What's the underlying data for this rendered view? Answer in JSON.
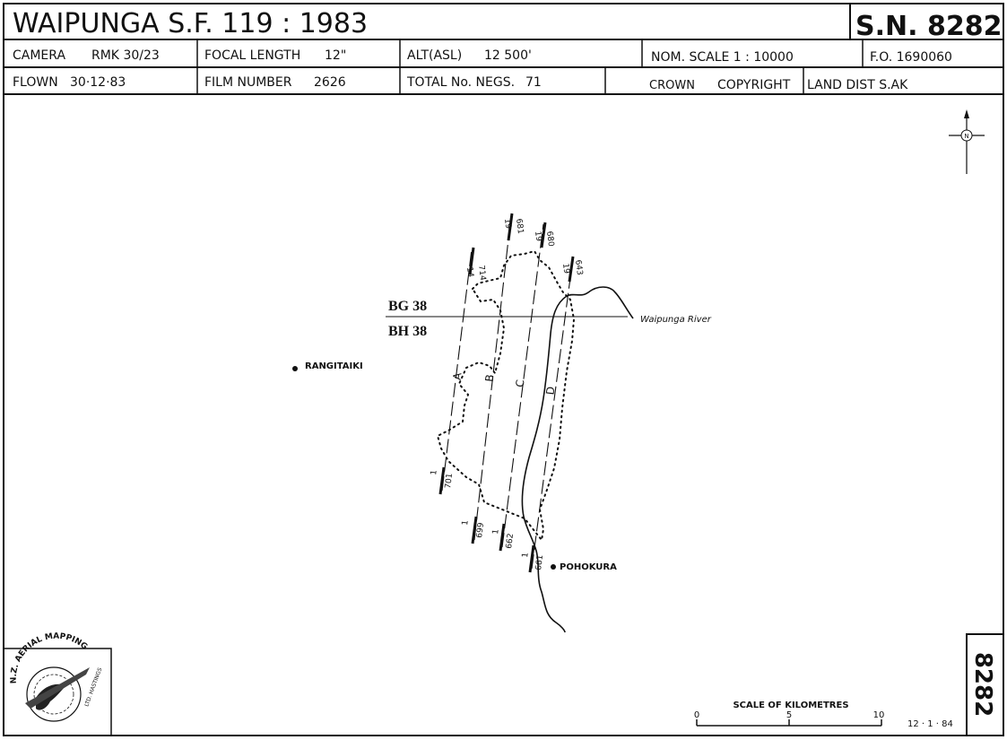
{
  "header": {
    "title": "WAIPUNGA  S.F. 119  :  1983",
    "sn": "S.N. 8282",
    "camera_label": "CAMERA",
    "camera_value": "RMK 30/23",
    "focal_label": "FOCAL LENGTH",
    "focal_value": "12\"",
    "alt_label": "ALT(ASL)",
    "alt_value": "12 500'",
    "scale_text": "NOM.  SCALE  1 : 10000",
    "fo_text": "F.O.  1690060",
    "flown_label": "FLOWN",
    "flown_value": "30·12·83",
    "film_label": "FILM NUMBER",
    "film_value": "2626",
    "negs_label": "TOTAL No. NEGS.",
    "negs_value": "71",
    "crown_text": "CROWN",
    "copyright_text": "COPYRIGHT",
    "land_dist_text": "LAND DIST   S.AK"
  },
  "map": {
    "grid_top": "BG 38",
    "grid_bottom": "BH 38",
    "river": "Waipunga River",
    "places": [
      "RANGITAIKI",
      "POHOKURA"
    ],
    "north_glyph": "N",
    "runs": [
      {
        "letter": "A",
        "start_run": "1",
        "start_num": "701",
        "end_run": "14",
        "end_num": "714"
      },
      {
        "letter": "B",
        "start_run": "1",
        "start_num": "699",
        "end_run": "19",
        "end_num": "681"
      },
      {
        "letter": "C",
        "start_run": "1",
        "start_num": "662",
        "end_run": "19",
        "end_num": "680"
      },
      {
        "letter": "D",
        "start_run": "1",
        "start_num": "661",
        "end_run": "19",
        "end_num": "643"
      }
    ]
  },
  "footer": {
    "scale_title": "SCALE   OF   KILOMETRES",
    "scale_ticks": [
      "0",
      "5",
      "10"
    ],
    "date": "12 · 1 · 84",
    "side_sn": "8282",
    "logo_text": "N.Z. AERIAL MAPPING",
    "logo_sub": "LTD. HASTINGS"
  }
}
